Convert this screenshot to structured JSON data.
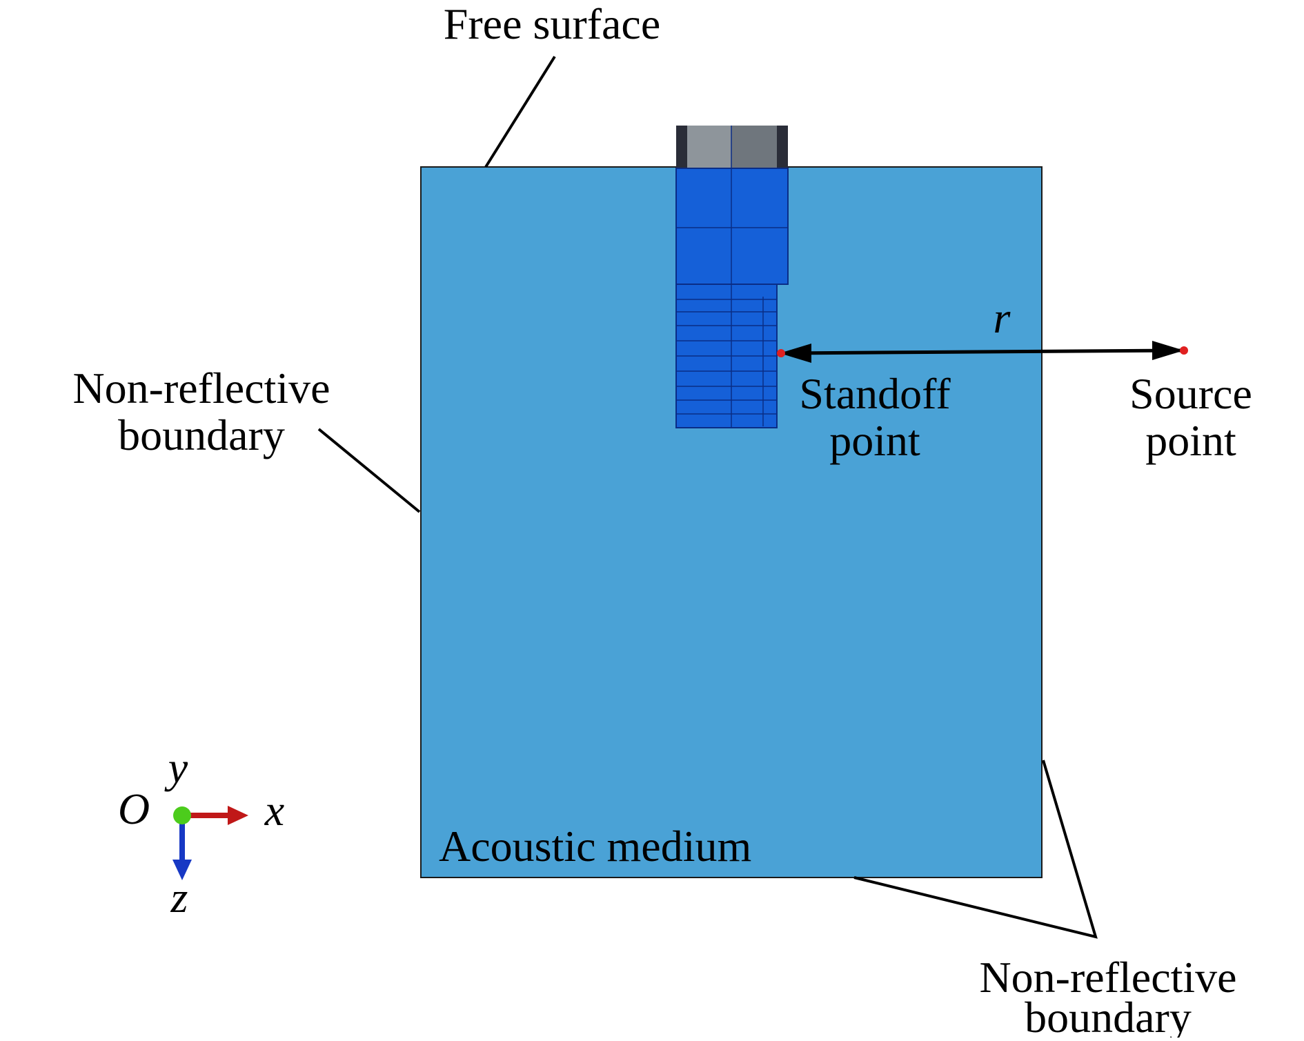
{
  "labels": {
    "free_surface": "Free surface",
    "nonreflective_left_line1": "Non-reflective",
    "nonreflective_left_line2": "boundary",
    "nonreflective_right_line1": "Non-reflective",
    "nonreflective_right_line2": "boundary",
    "standoff_line1": "Standoff",
    "standoff_line2": "point",
    "source_line1": "Source",
    "source_line2": "point",
    "distance": "r",
    "medium": "Acoustic medium"
  },
  "axes": {
    "origin": "O",
    "x": "x",
    "y": "y",
    "z": "z"
  },
  "colors": {
    "medium": "#4aa2d6",
    "structure": "#1560d8",
    "structure_grid": "#0a2d86",
    "cap_light": "#8e959b",
    "cap_dark": "#6f767d",
    "cap_edge": "#2a2d38",
    "point": "#e02020",
    "x_axis": "#c01818",
    "z_axis": "#1738c4",
    "origin_dot": "#4ccc1c"
  }
}
